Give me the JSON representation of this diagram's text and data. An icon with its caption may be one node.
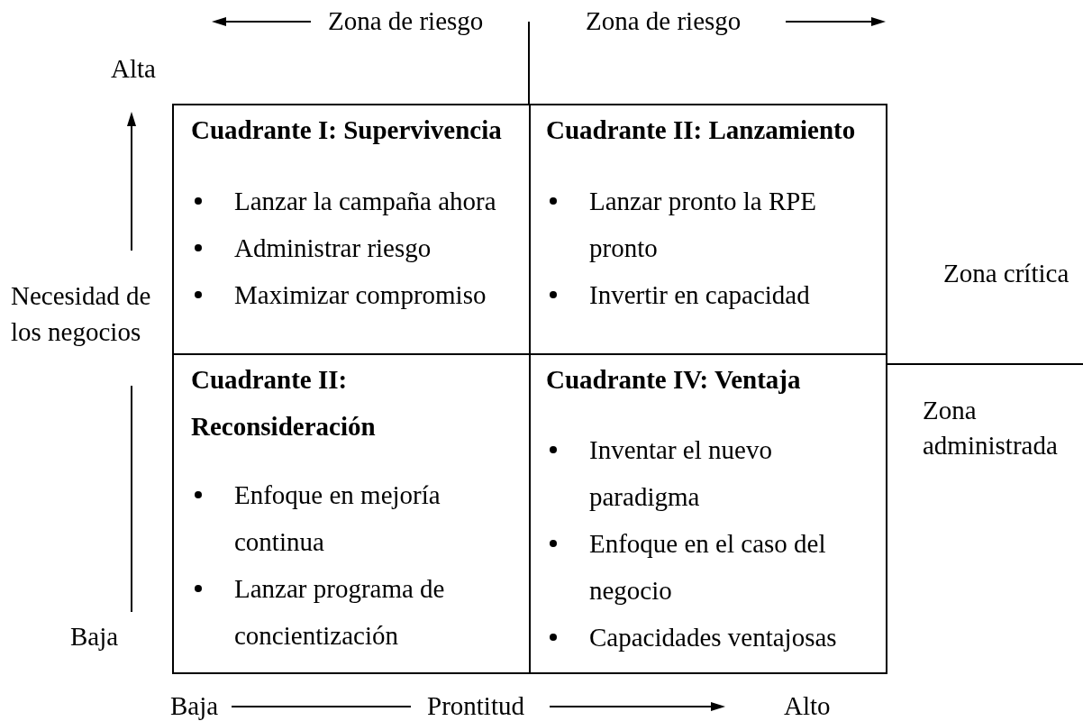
{
  "diagram": {
    "nodes": [
      {
        "text": [
          "Cuadrante I: Supervivencia",
          "Lanzar la campaña ahora",
          "Administrar riesgo",
          "Maximizar compromiso"
        ]
      },
      {
        "text": [
          "Cuadrante II: Lanzamiento",
          "Lanzar pronto la RPE pronto",
          "Invertir en capacidad"
        ]
      },
      {
        "text": [
          "Cuadrante II: Reconsideración",
          "Enfoque en mejoría continua",
          "Lanzar programa de concientización"
        ]
      },
      {
        "text": [
          "Cuadrante IV: Ventaja",
          "Inventar el nuevo paradigma",
          "Enfoque en el caso del negocio",
          "Capacidades ventajosas"
        ]
      }
    ],
    "labels": [
      "Zona de riesgo",
      "Zona de riesgo",
      "Alta",
      "Zona crítica",
      "Necesidad de los negocios",
      "Zona administrada",
      "Baja",
      "Baja",
      "Prontitud",
      "Alto"
    ]
  }
}
